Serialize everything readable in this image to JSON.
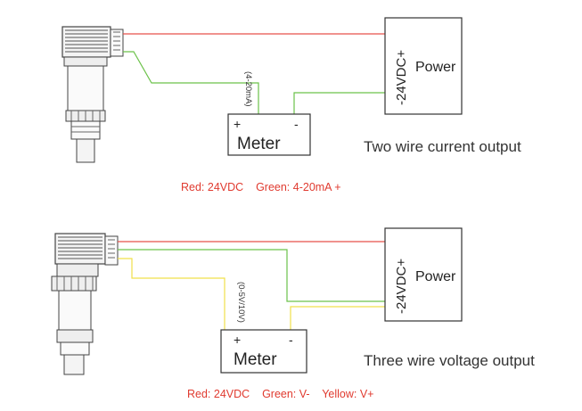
{
  "colors": {
    "red_wire": "#e8504a",
    "green_wire": "#6cc24a",
    "yellow_wire": "#f0e04a",
    "line": "#333333",
    "legend_text": "#e03a2f"
  },
  "diagrams": [
    {
      "power": {
        "voltage": "-24VDC+",
        "label": "Power"
      },
      "meter": {
        "label": "Meter",
        "plus": "+",
        "minus": "-"
      },
      "wire_label": "(4-20mA)",
      "title": "Two wire current output",
      "legend": "Red: 24VDC    Green: 4-20mA +"
    },
    {
      "power": {
        "voltage": "-24VDC+",
        "label": "Power"
      },
      "meter": {
        "label": "Meter",
        "plus": "+",
        "minus": "-"
      },
      "wire_label": "(0-5V/10V)",
      "title": "Three wire voltage output",
      "legend": "Red: 24VDC    Green: V-    Yellow: V+"
    }
  ]
}
